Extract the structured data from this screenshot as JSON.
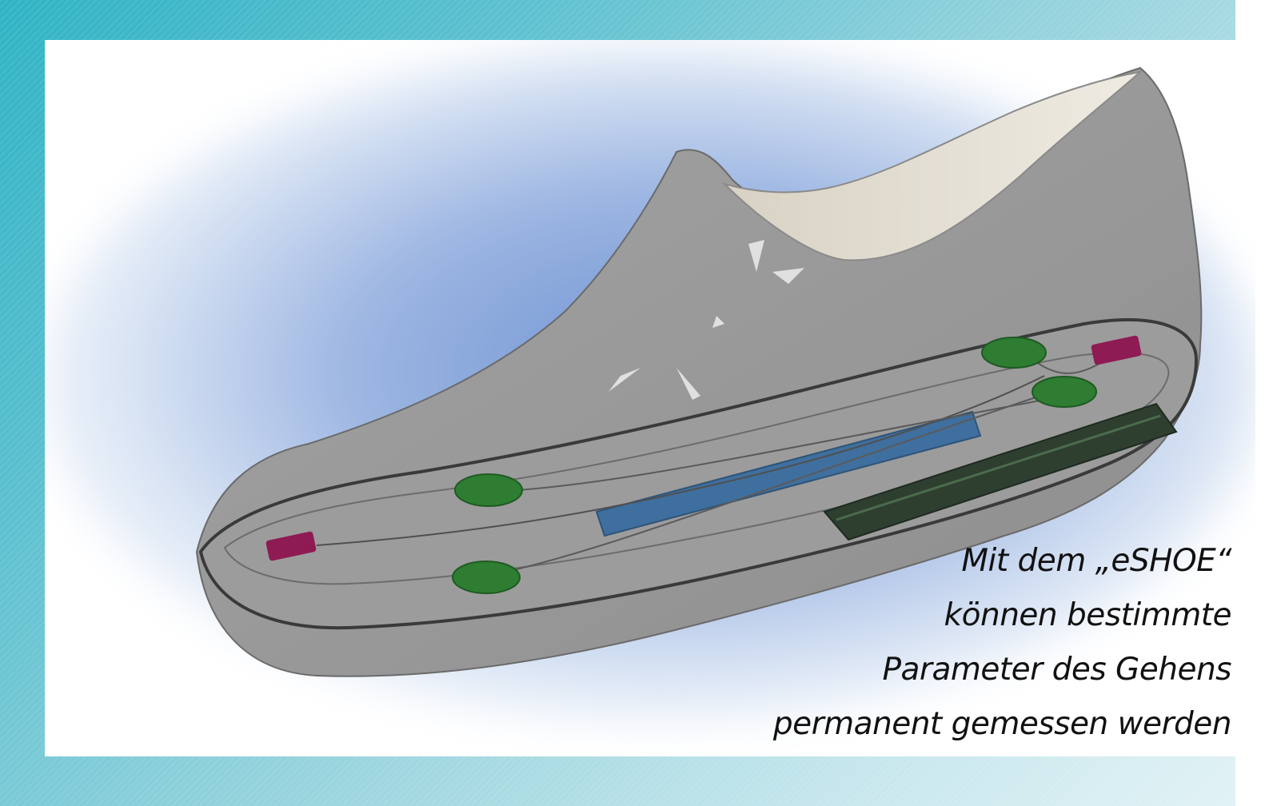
{
  "caption": {
    "lines": [
      "Mit dem „eSHOE“",
      "können bestimmte",
      "Parameter des Gehens",
      "permanent gemessen werden"
    ]
  },
  "colors": {
    "frame_teal": "#2fb3c4",
    "glow_blue": "#8fb0e0",
    "shoe_gray": "#9a9a9a",
    "lining_cream": "#e9e4d8",
    "sensor_green": "#2e7d32",
    "sensor_magenta": "#8e1b54",
    "battery_blue": "#3f6f9e",
    "circuit_dark": "#2c3d2e"
  },
  "icons": {
    "shoe": "shoe-illustration",
    "sensors": "pressure-sensor-pad",
    "battery": "battery-bar",
    "circuit": "circuit-board"
  }
}
